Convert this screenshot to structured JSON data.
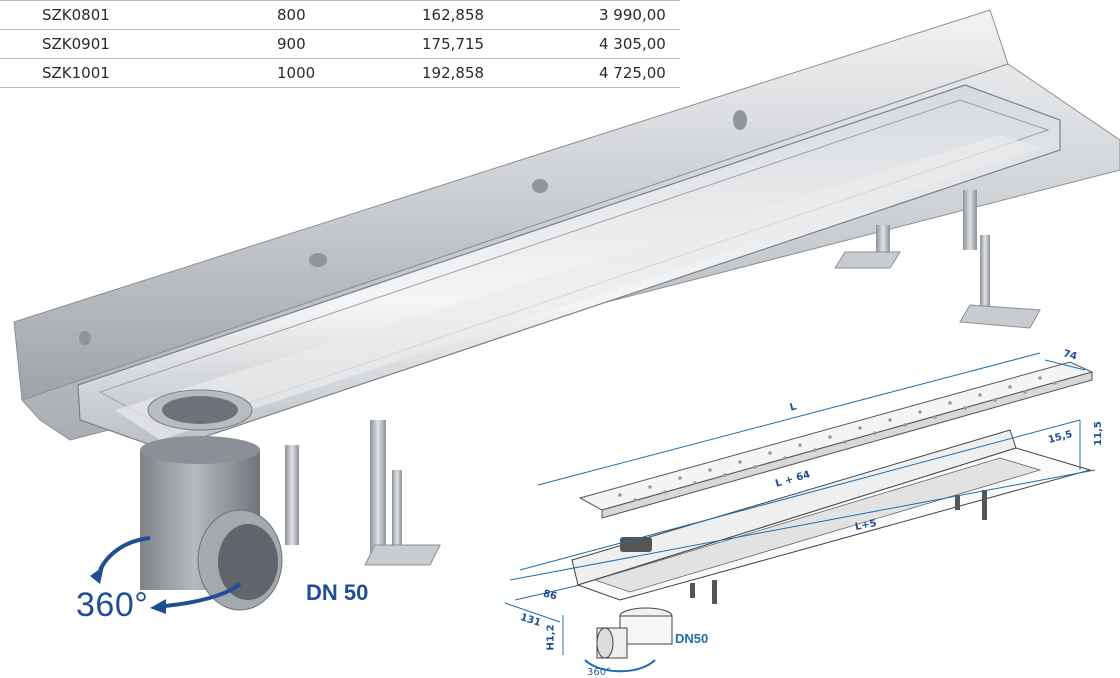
{
  "table": {
    "rows": [
      [
        "SZK0801",
        "800",
        "162,858",
        "3 990,00"
      ],
      [
        "SZK0901",
        "900",
        "175,715",
        "4 305,00"
      ],
      [
        "SZK1001",
        "1000",
        "192,858",
        "4 725,00"
      ]
    ]
  },
  "labels": {
    "rotation": "360°",
    "dn_main": "DN 50"
  },
  "technical_drawing": {
    "dim_length": "L",
    "dim_length_plus_64": "L + 64",
    "dim_length_plus_5": "L+5",
    "dim_width_74": "74",
    "dim_height_11_5": "11,5",
    "dim_flange_15_5": "15,5",
    "dim_width_86": "86",
    "dim_depth_131": "131",
    "dim_height_h": "H1,2",
    "dn_small": "DN50",
    "rotation_small": "360°"
  },
  "colors": {
    "accent": "#1f4e93",
    "steel": "#c8ccd1",
    "pipe": "#9aa0a6"
  }
}
